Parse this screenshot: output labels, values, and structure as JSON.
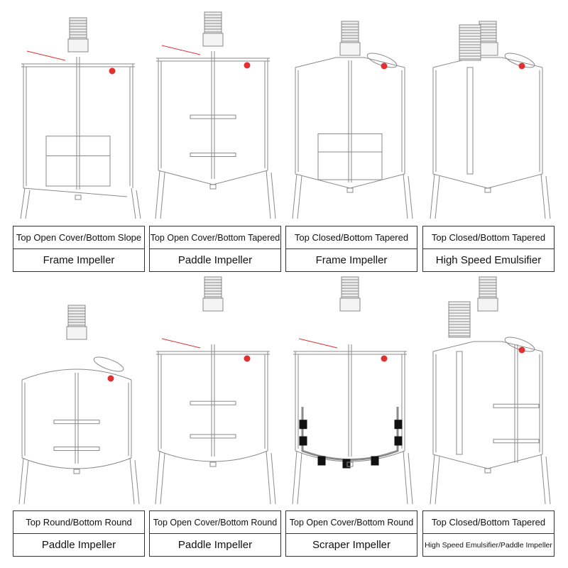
{
  "panels": [
    {
      "top": "Top Open Cover/Bottom Slope",
      "bottom": "Frame Impeller"
    },
    {
      "top": "Top Open Cover/Bottom Tapered",
      "bottom": "Paddle Impeller"
    },
    {
      "top": "Top Closed/Bottom Tapered",
      "bottom": "Frame Impeller"
    },
    {
      "top": "Top Closed/Bottom Tapered",
      "bottom": "High Speed Emulsifier"
    },
    {
      "top": "Top Round/Bottom Round",
      "bottom": "Paddle Impeller"
    },
    {
      "top": "Top Open Cover/Bottom Round",
      "bottom": "Paddle Impeller"
    },
    {
      "top": "Top Open Cover/Bottom Round",
      "bottom": "Scraper Impeller"
    },
    {
      "top": "Top Closed/Bottom Tapered",
      "bottom": "High Speed Emulsifier/Paddle Impeller"
    }
  ],
  "colors": {
    "line": "#8a8a8a",
    "accent": "#e03030"
  }
}
